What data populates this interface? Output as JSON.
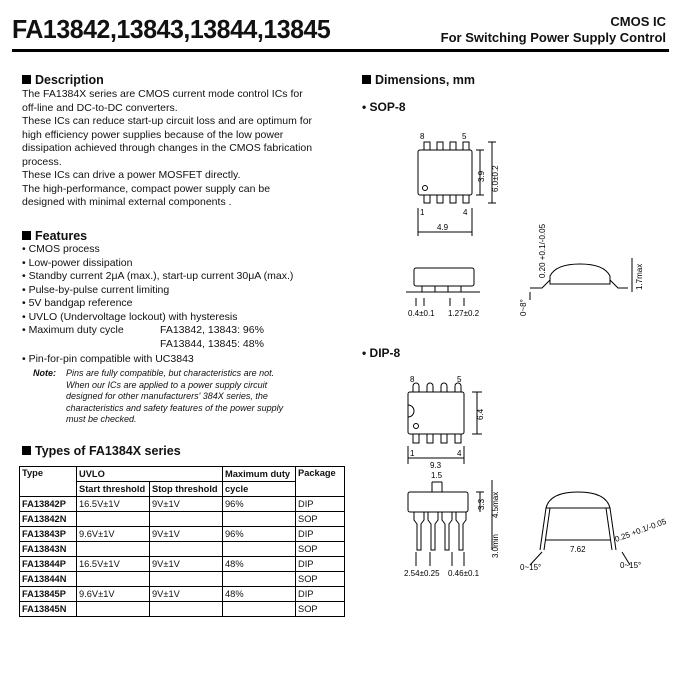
{
  "header": {
    "title": "FA13842,13843,13844,13845",
    "category": "CMOS IC",
    "subtitle": "For Switching Power Supply Control"
  },
  "description": {
    "heading": "Description",
    "lines": [
      "The FA1384X series are CMOS current mode control ICs for",
      "off-line and DC-to-DC converters.",
      "These ICs can reduce start-up circuit loss and are optimum for",
      "high efficiency power supplies because of the low power",
      "dissipation achieved through changes in the CMOS fabrication",
      "process.",
      "These ICs can drive a power MOSFET directly.",
      "The high-performance, compact power supply can be",
      "designed with minimal external components ."
    ]
  },
  "features": {
    "heading": "Features",
    "items": [
      "• CMOS process",
      "• Low-power dissipation",
      "• Standby current 2μA (max.), start-up current 30μA (max.)",
      "• Pulse-by-pulse current limiting",
      "• 5V bandgap reference",
      "• UVLO (Undervoltage lockout) with hysteresis",
      "• Maximum duty cycle"
    ],
    "duty_values": [
      "FA13842, 13843: 96%",
      "FA13844, 13845: 48%"
    ],
    "pin_compat": "• Pin-for-pin compatible with UC3843",
    "note_label": "Note:",
    "note_lines": [
      "Pins are fully compatible, but characteristics are not.",
      "When our ICs are applied to a power supply circuit",
      "designed for other manufacturers' 384X series, the",
      "characteristics and safety features of the power supply",
      "must be checked."
    ]
  },
  "types": {
    "heading": "Types of FA1384X series",
    "headers": {
      "type": "Type",
      "uvlo": "UVLO",
      "start": "Start threshold",
      "stop": "Stop threshold",
      "duty": "Maximum duty",
      "duty2": "cycle",
      "package": "Package"
    },
    "rows": [
      {
        "type": "FA13842P",
        "start": "16.5V±1V",
        "stop": "9V±1V",
        "duty": "96%",
        "package": "DIP"
      },
      {
        "type": "FA13842N",
        "start": "",
        "stop": "",
        "duty": "",
        "package": "SOP"
      },
      {
        "type": "FA13843P",
        "start": "9.6V±1V",
        "stop": "9V±1V",
        "duty": "96%",
        "package": "DIP"
      },
      {
        "type": "FA13843N",
        "start": "",
        "stop": "",
        "duty": "",
        "package": "SOP"
      },
      {
        "type": "FA13844P",
        "start": "16.5V±1V",
        "stop": "9V±1V",
        "duty": "48%",
        "package": "DIP"
      },
      {
        "type": "FA13844N",
        "start": "",
        "stop": "",
        "duty": "",
        "package": "SOP"
      },
      {
        "type": "FA13845P",
        "start": "9.6V±1V",
        "stop": "9V±1V",
        "duty": "48%",
        "package": "DIP"
      },
      {
        "type": "FA13845N",
        "start": "",
        "stop": "",
        "duty": "",
        "package": "SOP"
      }
    ]
  },
  "dimensions": {
    "heading": "Dimensions, mm",
    "sop": {
      "label": "• SOP-8",
      "pin8": "8",
      "pin5": "5",
      "pin1": "1",
      "pin4": "4",
      "width": "4.9",
      "h1": "3.9",
      "h2": "6.0±0.2",
      "lead_w": "0.4±0.1",
      "pitch": "1.27±0.2",
      "thick": "0.20 +0.1/-0.05",
      "max_h": "1.7max",
      "angle": "0~8°"
    },
    "dip": {
      "label": "• DIP-8",
      "pin8": "8",
      "pin5": "5",
      "pin1": "1",
      "pin4": "4",
      "width": "9.3",
      "height": "6.4",
      "lead_len": "1.5",
      "seat": "3.3",
      "max_h": "4.5max",
      "min_lead": "3.0min",
      "pitch": "2.54±0.25",
      "lead_w": "0.46±0.1",
      "row_space": "7.62",
      "thick": "0.25 +0.1/-0.05",
      "angle_l": "0~15°",
      "angle_r": "0~15°"
    }
  }
}
